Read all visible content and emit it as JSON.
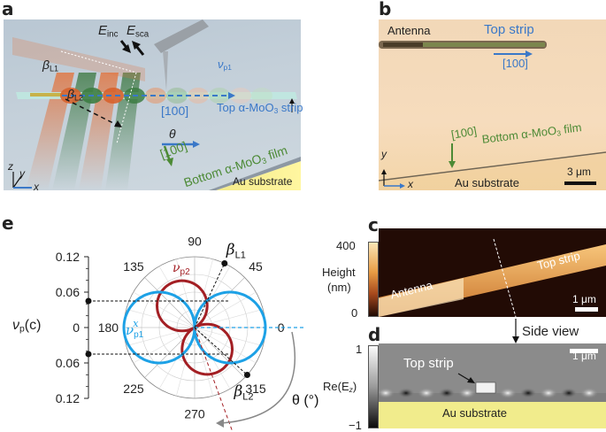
{
  "panels": {
    "a": {
      "label": "a",
      "E_inc": "E",
      "E_inc_sub": "inc",
      "E_sca": "E",
      "E_sca_sub": "sca",
      "beta_L1": "β",
      "beta_L1_sub": "L1",
      "beta_L2": "β",
      "beta_L2_sub": "L2",
      "v_p1": "ν",
      "v_p1_sub": "p1",
      "top_strip": "Top α-MoO",
      "top_strip_sub": "3",
      "top_strip_end": " strip",
      "dir_top": "[100]",
      "dir_bottom": "[100]",
      "theta": "θ",
      "bottom_film": "Bottom α-MoO",
      "bottom_film_sub": "3",
      "bottom_film_end": " film",
      "au_substrate": "Au substrate",
      "axis_z": "z",
      "axis_y": "y",
      "axis_x": "x"
    },
    "b": {
      "label": "b",
      "antenna": "Antenna",
      "top_strip": "Top strip",
      "dir_top": "[100]",
      "dir_bottom": "[100]",
      "bottom_film": "Bottom α-MoO",
      "bottom_film_sub": "3",
      "bottom_film_end": " film",
      "au_substrate": "Au substrate",
      "axis_y": "y",
      "axis_x": "x",
      "scale_bar": "3 μm"
    },
    "c": {
      "label": "c",
      "colorbar_max": "400",
      "colorbar_min": "0",
      "colorbar_label_1": "Height",
      "colorbar_label_2": "(nm)",
      "antenna": "Antenna",
      "top_strip": "Top strip",
      "scale_bar": "1 μm",
      "side_view": "Side view"
    },
    "d": {
      "label": "d",
      "colorbar_max": "1",
      "colorbar_min": "−1",
      "colorbar_label": "Re(E",
      "colorbar_label_sub": "z",
      "colorbar_label_end": ")",
      "top_strip": "Top strip",
      "scale_bar": "1 μm",
      "au_substrate": "Au substrate"
    },
    "e": {
      "label": "e"
    }
  },
  "colors": {
    "blue": "#1da1e6",
    "darkred": "#a31f24",
    "green": "#4c8a35",
    "label_blue": "#3b7fc4"
  },
  "chart_data": {
    "type": "polar",
    "title": "",
    "ylabel": "ν_p(c)",
    "y_ticks": [
      "0.12",
      "0.06",
      "0",
      "0.06",
      "0.12"
    ],
    "y_tick_values": [
      0.12,
      0.06,
      0,
      -0.06,
      -0.12
    ],
    "angle_ticks": [
      "0",
      "45",
      "90",
      "135",
      "180",
      "225",
      "270",
      "315"
    ],
    "angle_label": "θ (°)",
    "radial_range": [
      0,
      0.12
    ],
    "series": [
      {
        "name": "ν_p1^x",
        "label": "ν",
        "label_sub": "p1",
        "label_sup": "x",
        "shape": "two-lobe along 0°/180°",
        "max_radius": 0.12,
        "color": "#1da1e6"
      },
      {
        "name": "ν_p2",
        "label": "ν",
        "label_sub": "p2",
        "shape": "two-lobe along 120°/300°",
        "max_radius": 0.085,
        "lobe_angle_deg": 120,
        "color": "#a31f24"
      }
    ],
    "markers": [
      {
        "name": "β_L1",
        "label": "β",
        "label_sub": "L1",
        "angle_deg": 65,
        "projected_value": 0.045
      },
      {
        "name": "β_L2",
        "label": "β",
        "label_sub": "L2",
        "angle_deg": 318,
        "projected_value": -0.045
      }
    ],
    "annotations": [
      "dashed blue line at 0°",
      "dashed red line at ~290°"
    ]
  }
}
